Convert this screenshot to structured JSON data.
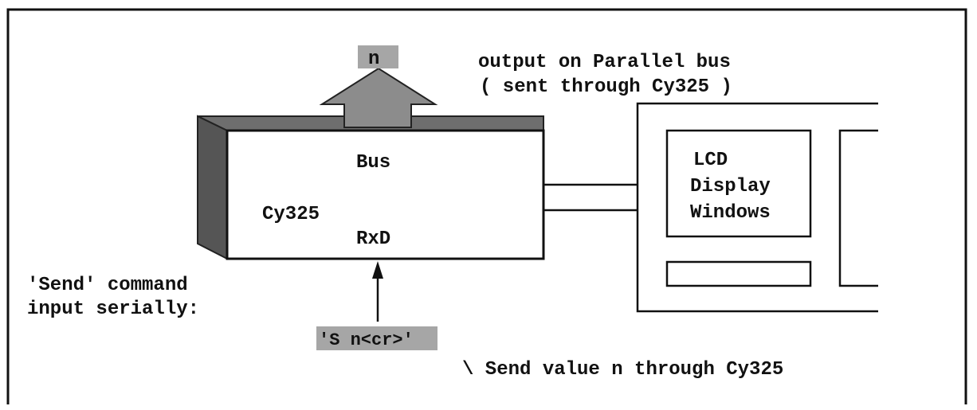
{
  "chip": {
    "bus_label": "Bus",
    "name_label": "Cy325",
    "rxd_label": "RxD"
  },
  "output": {
    "value_label": "n",
    "caption_line1": "output on Parallel bus",
    "caption_line2": "( sent through Cy325 )"
  },
  "lcd": {
    "line1": "LCD",
    "line2": "Display",
    "line3": "Windows"
  },
  "input": {
    "caption_line1": "'Send' command",
    "caption_line2": "input serially:",
    "command_label": "'S n<cr>'",
    "note": "\\ Send value n through Cy325"
  },
  "colors": {
    "ink": "#111111",
    "highlight": "#a6a6a6",
    "arrow_fill": "#8c8c8c",
    "chip_top": "#6e6e6e",
    "chip_side": "#555555"
  }
}
